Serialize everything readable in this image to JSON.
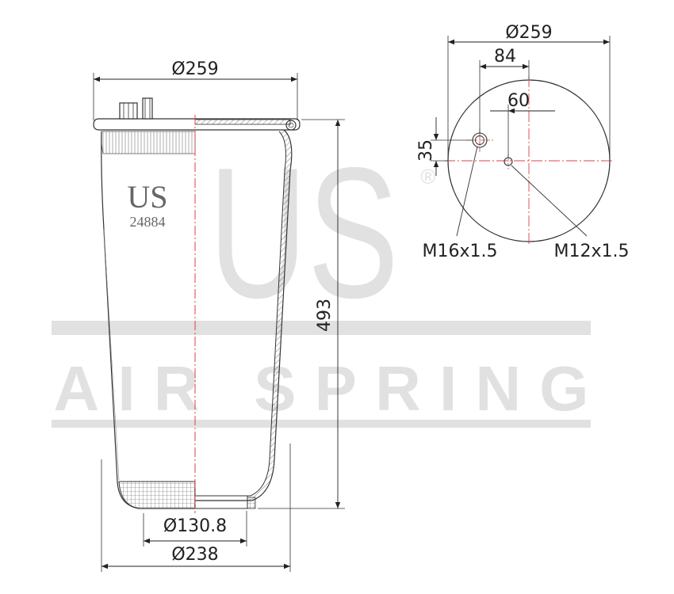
{
  "watermark": {
    "logo": "US",
    "caption": "AIR SPRING",
    "registered": "®"
  },
  "side_view": {
    "brand": "US",
    "part_number": "24884",
    "dim_top_diameter": "Ø259",
    "dim_height": "493",
    "dim_piston_diameter": "Ø130.8",
    "dim_bottom_diameter": "Ø238"
  },
  "top_view": {
    "dim_diameter": "Ø259",
    "dim_offset_84": "84",
    "dim_offset_60": "60",
    "dim_offset_35": "35",
    "label_large_stud": "M16x1.5",
    "label_small_stud": "M12x1.5"
  },
  "colors": {
    "outline": "#333333",
    "centerline": "#e04040",
    "watermark": "#e1e1e1",
    "logo": "#666666"
  }
}
